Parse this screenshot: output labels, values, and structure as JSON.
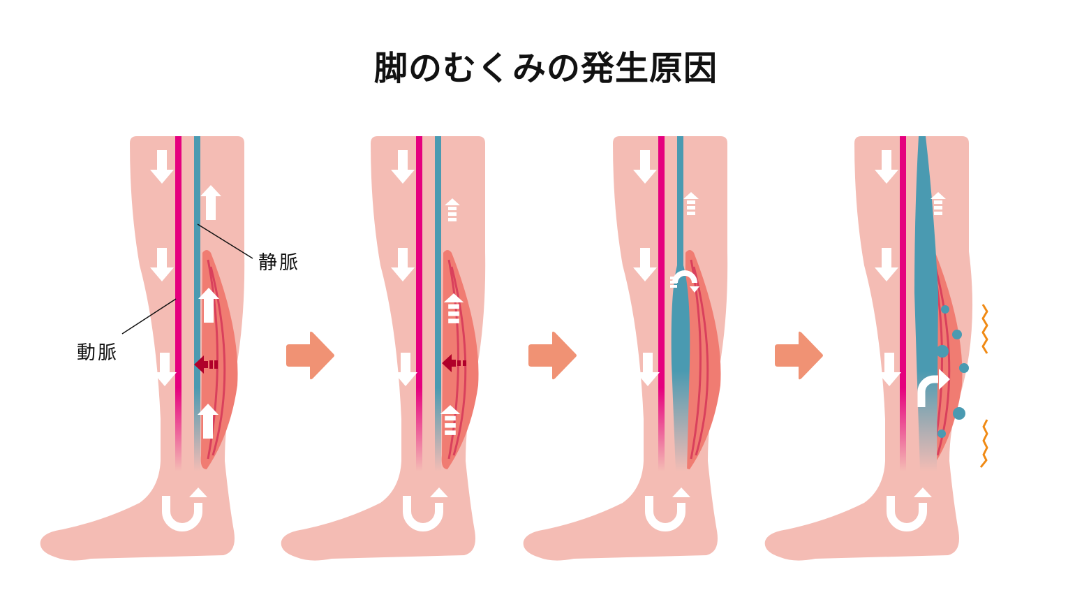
{
  "title": "脚のむくみの発生原因",
  "labels": {
    "vein": "静脈",
    "artery": "動脈"
  },
  "colors": {
    "skin": "#f4bcb4",
    "artery": "#e5007e",
    "vein": "#4a9ab1",
    "muscle": "#f07c72",
    "muscle_line": "#d9405c",
    "pressure_arrow": "#b0002a",
    "step_arrow": "#f09274",
    "fluid": "#4a9ab1",
    "swelling": "#f08a14",
    "flow_arrow": "#ffffff"
  },
  "panels": [
    {
      "stage": 1,
      "state": "normal",
      "vein_flow": "strong",
      "muscle_pump": "strong",
      "vein_swollen": false,
      "leakage": false
    },
    {
      "stage": 2,
      "state": "weak-pump",
      "vein_flow": "weak",
      "muscle_pump": "weak",
      "vein_swollen": false,
      "leakage": false
    },
    {
      "stage": 3,
      "state": "backflow",
      "vein_flow": "reversed",
      "muscle_pump": "none",
      "vein_swollen": true,
      "leakage": false
    },
    {
      "stage": 4,
      "state": "edema",
      "vein_flow": "weak",
      "muscle_pump": "none",
      "vein_swollen": true,
      "leakage": true
    }
  ],
  "step_arrows": [
    "next-step",
    "next-step",
    "next-step"
  ]
}
